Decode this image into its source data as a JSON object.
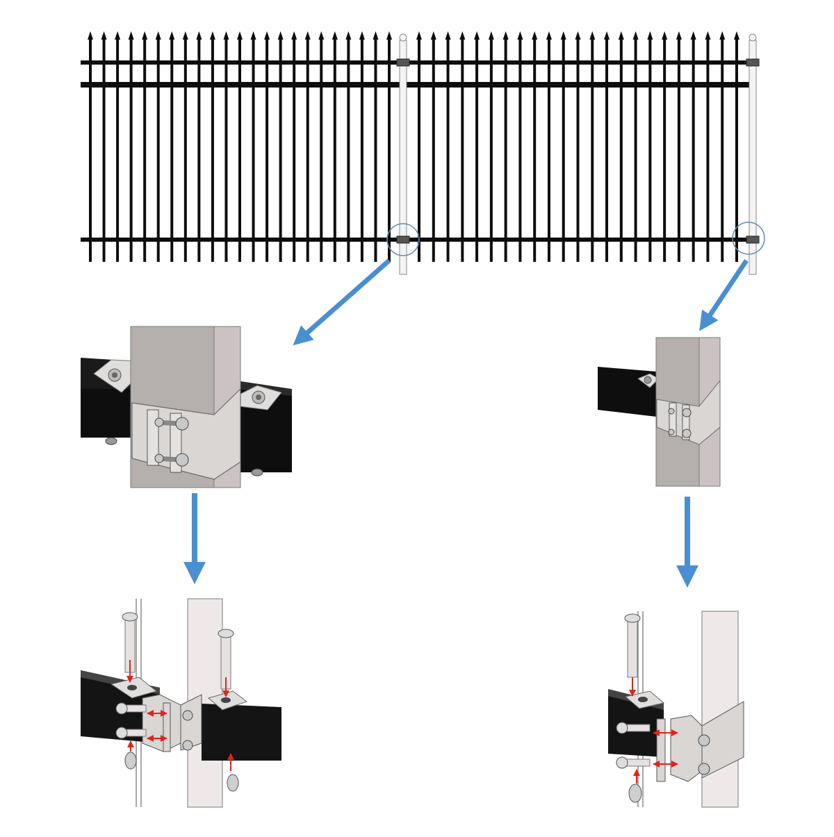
{
  "diagram": {
    "description_visible_text": "",
    "colors": {
      "background": "#ffffff",
      "fence_steel": "#0d0d0d",
      "post_light": "#f4f4f4",
      "post_outline": "#8a8a8a",
      "post_face": "#b5b0ad",
      "post_side": "#cbc3c3",
      "bracket": "#d9d6d4",
      "rail_dark": "#111111",
      "arrow_blue": "#4a8fd0",
      "callout_circle": "#5d8fba",
      "insert_arrow_red": "#e0241b",
      "bolt_metal": "#c9c9c9"
    },
    "overview": {
      "panels": 2,
      "pickets_per_panel": 23,
      "rails": 3,
      "callouts": [
        "middle-post-joint",
        "end-post-joint"
      ]
    },
    "details": {
      "middle_post": {
        "view": "assembled-bracket",
        "explode_view": "bolt-insertion"
      },
      "end_post": {
        "view": "assembled-bracket",
        "explode_view": "bolt-insertion"
      }
    },
    "icons": {
      "flow_arrow": "down-arrow-icon",
      "insert_arrow": "red-insert-arrow-icon"
    }
  }
}
